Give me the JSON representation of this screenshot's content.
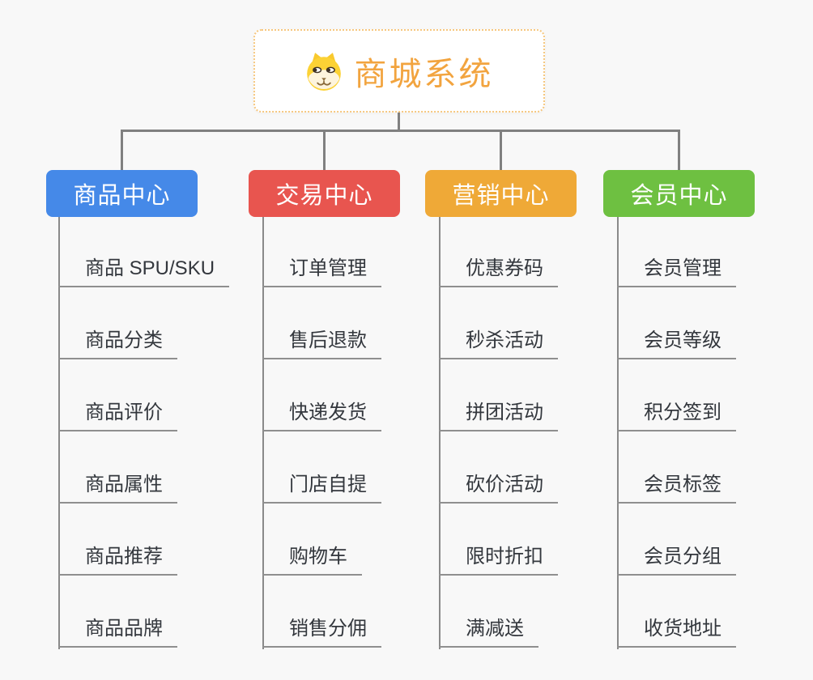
{
  "root": {
    "title": "商城系统",
    "icon": "dog-face-icon",
    "title_color": "#f2a43f",
    "border_color": "#f6c77e"
  },
  "connector_color": "#808080",
  "leaf_line_color": "#8f8f8f",
  "leaf_text_color": "#33373d",
  "branches": [
    {
      "label": "商品中心",
      "color": "#4589e8",
      "items": [
        "商品 SPU/SKU",
        "商品分类",
        "商品评价",
        "商品属性",
        "商品推荐",
        "商品品牌"
      ]
    },
    {
      "label": "交易中心",
      "color": "#e8554f",
      "items": [
        "订单管理",
        "售后退款",
        "快递发货",
        "门店自提",
        "购物车",
        "销售分佣"
      ]
    },
    {
      "label": "营销中心",
      "color": "#efa937",
      "items": [
        "优惠券码",
        "秒杀活动",
        "拼团活动",
        "砍价活动",
        "限时折扣",
        "满减送"
      ]
    },
    {
      "label": "会员中心",
      "color": "#6ec041",
      "items": [
        "会员管理",
        "会员等级",
        "积分签到",
        "会员标签",
        "会员分组",
        "收货地址"
      ]
    }
  ]
}
